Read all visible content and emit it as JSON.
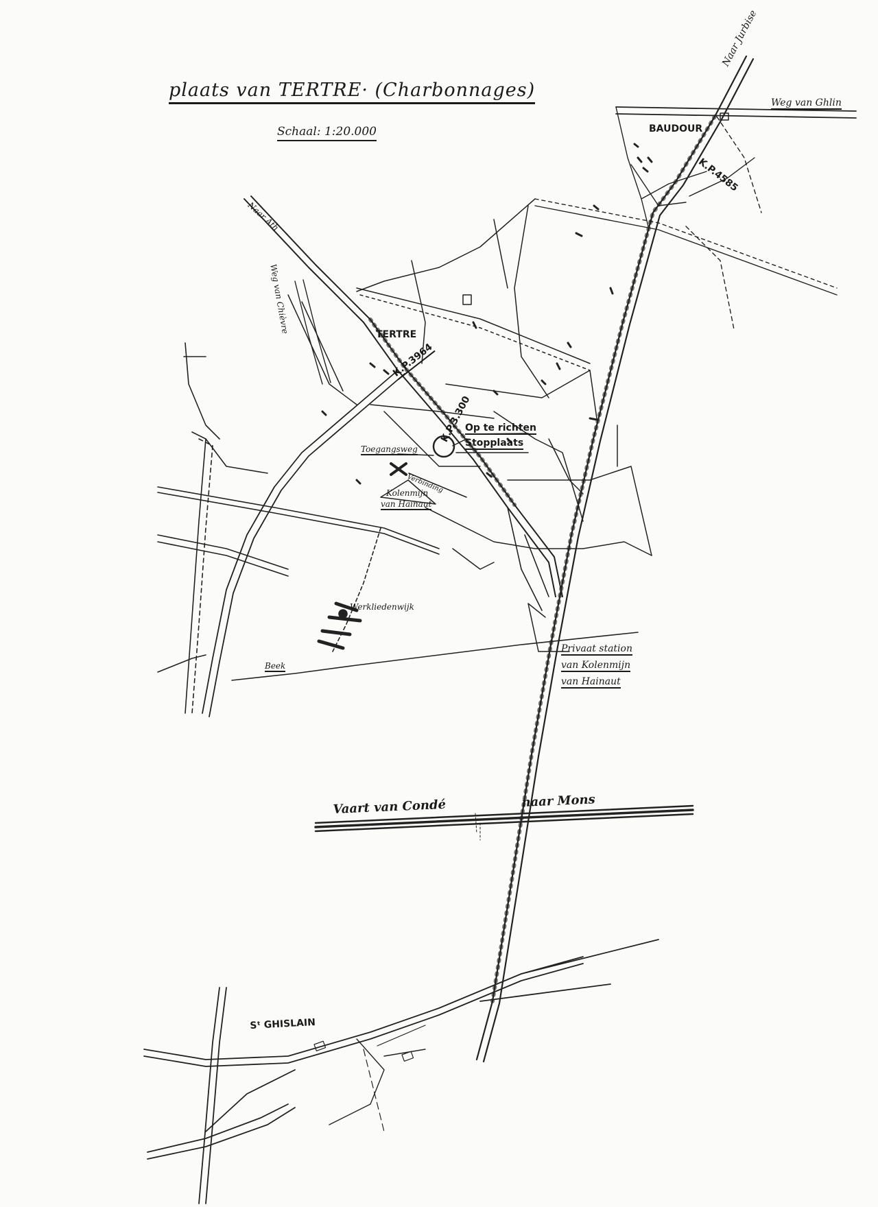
{
  "map": {
    "title": "plaats van  TERTRE· (Charbonnages)",
    "scale": "Schaal: 1:20.000",
    "labels": {
      "naar_jurbise": "Naar Jurbise",
      "weg_van_ghlin": "Weg van Ghlin",
      "baudour": "BAUDOUR",
      "kp_4585": "K.P.4585",
      "naar_ath": "Naar Ath",
      "weg_van_chievre": "Weg van Chièvre",
      "tertre": "TERTRE",
      "kp_3964": "K.P.3964",
      "kp_3300": "K.P.3.300",
      "op_te_richten": "Op te richten",
      "stopplaats": "Stopplaats",
      "toegangsweg": "Toegangsweg",
      "verbinding": "Verbinding",
      "kolenmijn_1": "Kolenmijn",
      "van_hainaut_1": "van Hainaut",
      "werkliedenwijk": "Werkliedenwijk",
      "beek": "Beek",
      "privaat_station": "Privaat station",
      "van_kolenmijn": "van Kolenmijn",
      "van_hainaut_2": "van Hainaut",
      "vaart_van_conde": "Vaart  van Condé",
      "naar_mons": "naar Mons",
      "st_ghislain": "Sᵗ GHISLAIN"
    }
  }
}
